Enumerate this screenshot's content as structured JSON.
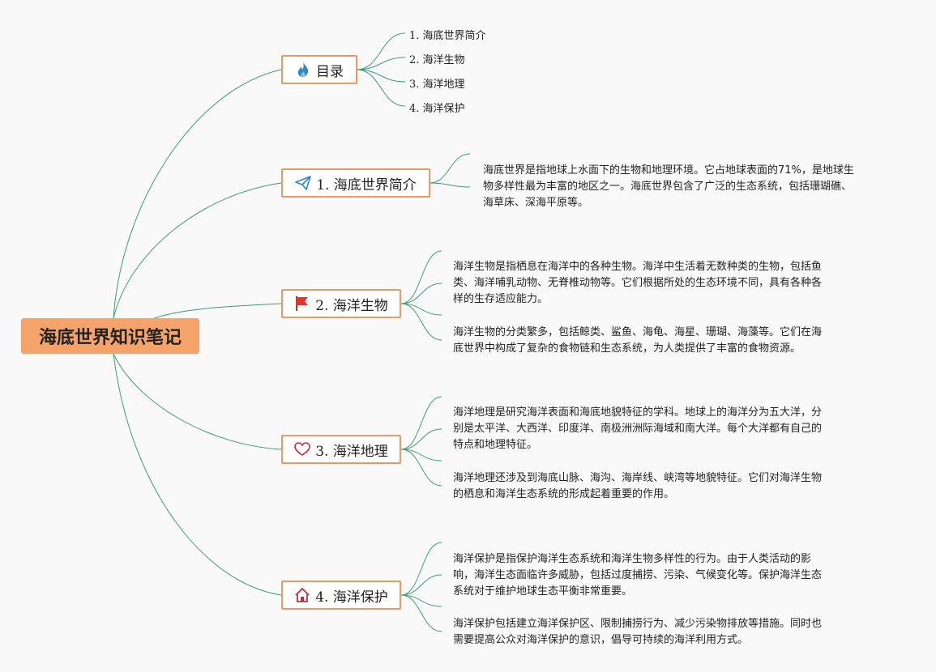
{
  "root": {
    "title": "海底世界知识笔记"
  },
  "toc": {
    "label": "目录",
    "items": [
      "1. 海底世界简介",
      "2. 海洋生物",
      "3. 海洋地理",
      "4. 海洋保护"
    ]
  },
  "sections": [
    {
      "label": "1. 海底世界简介",
      "paragraphs": [
        [
          "海底世界是指地球上水面下的生物和地理环境。它占地球表面的71%，是地球生",
          "物多样性最为丰富的地区之一。海底世界包含了广泛的生态系统，包括珊瑚礁、",
          "海草床、深海平原等。"
        ]
      ]
    },
    {
      "label": "2. 海洋生物",
      "paragraphs": [
        [
          "海洋生物是指栖息在海洋中的各种生物。海洋中生活着无数种类的生物，包括鱼",
          "类、海洋哺乳动物、无脊椎动物等。它们根据所处的生态环境不同，具有各种各",
          "样的生存适应能力。"
        ],
        [
          "海洋生物的分类繁多，包括鲸类、鲨鱼、海龟、海星、珊瑚、海藻等。它们在海",
          "底世界中构成了复杂的食物链和生态系统，为人类提供了丰富的食物资源。"
        ]
      ]
    },
    {
      "label": "3. 海洋地理",
      "paragraphs": [
        [
          "海洋地理是研究海洋表面和海底地貌特征的学科。地球上的海洋分为五大洋，分",
          "别是太平洋、大西洋、印度洋、南极洲洲际海域和南大洋。每个大洋都有自己的",
          "特点和地理特征。"
        ],
        [
          "海洋地理还涉及到海底山脉、海沟、海岸线、峡湾等地貌特征。它们对海洋生物",
          "的栖息和海洋生态系统的形成起着重要的作用。"
        ]
      ]
    },
    {
      "label": "4. 海洋保护",
      "paragraphs": [
        [
          "海洋保护是指保护海洋生态系统和海洋生物多样性的行为。由于人类活动的影",
          "响，海洋生态面临许多威胁，包括过度捕捞、污染、气候变化等。保护海洋生态",
          "系统对于维护地球生态平衡非常重要。"
        ],
        [
          "海洋保护包括建立海洋保护区、限制捕捞行为、减少污染物排放等措施。同时也",
          "需要提高公众对海洋保护的意识，倡导可持续的海洋利用方式。"
        ]
      ]
    }
  ],
  "icons": {
    "toc": "fire-icon",
    "s1": "paper-plane-icon",
    "s2": "red-flag-icon",
    "s3": "heart-icon",
    "s4": "home-icon"
  },
  "colors": {
    "root_fill": "#f4a46b",
    "branch_border": "#ec9a63",
    "connector": "#3f9a7c"
  }
}
